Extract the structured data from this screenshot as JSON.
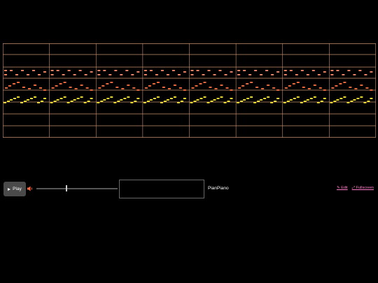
{
  "colors": {
    "background": "#000000",
    "grid_line": "#c89070",
    "note_high": "#ff8c6a",
    "note_mid": "#ff7040",
    "note_low": "#ffee33",
    "link": "#ff79c6"
  },
  "roll": {
    "measures": 8,
    "rows": 8
  },
  "controls": {
    "play_label": "Play",
    "play_icon": "play-triangle-icon",
    "volume_icon": "speaker-icon",
    "volume_level": 0.36,
    "instrument_label": "PianPiano",
    "edit_label": "✎ Edit",
    "fullscreen_label": "⤢ Fullscreen"
  }
}
